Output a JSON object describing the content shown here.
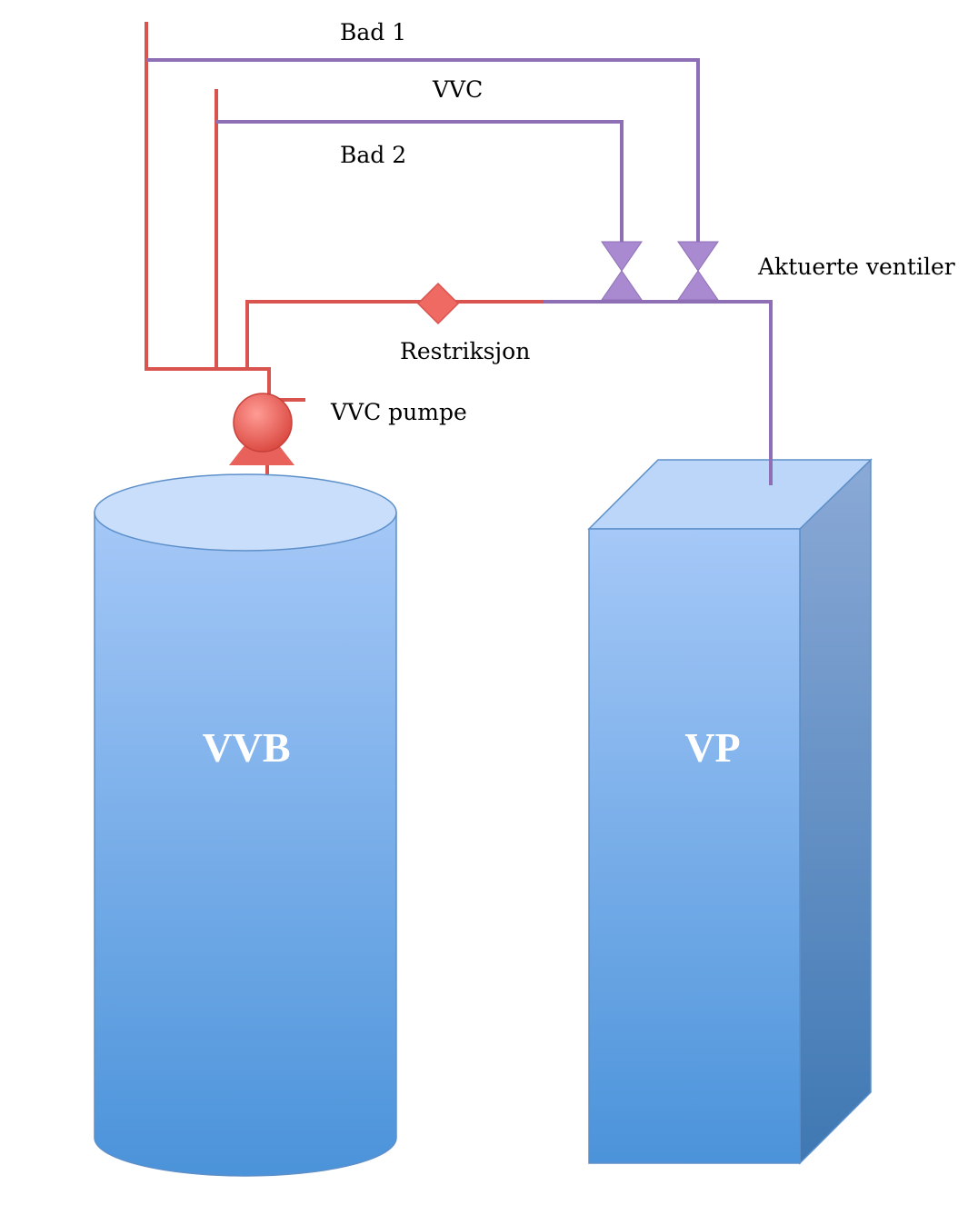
{
  "labels": {
    "bad1": "Bad 1",
    "vvc": "VVC",
    "bad2": "Bad 2",
    "valves": "Aktuerte ventiler",
    "restriction": "Restriksjon",
    "pump": "VVC pumpe",
    "tank_vvb": "VVB",
    "tank_vp": "VP"
  },
  "colors": {
    "hot_pipe": "#d9534f",
    "circ_pipe": "#8e6fb5",
    "pump": "#e8615a",
    "valve": "#a98ad0",
    "tank_light": "#a5c8f7",
    "tank_dark": "#4b93da",
    "tank_top": "#c9defa",
    "vp_side_light": "#8aa9d6",
    "vp_side_dark": "#3f78b3"
  },
  "icons": {
    "pump": "pump-icon",
    "valve": "valve-icon",
    "restriction": "restriction-icon"
  }
}
